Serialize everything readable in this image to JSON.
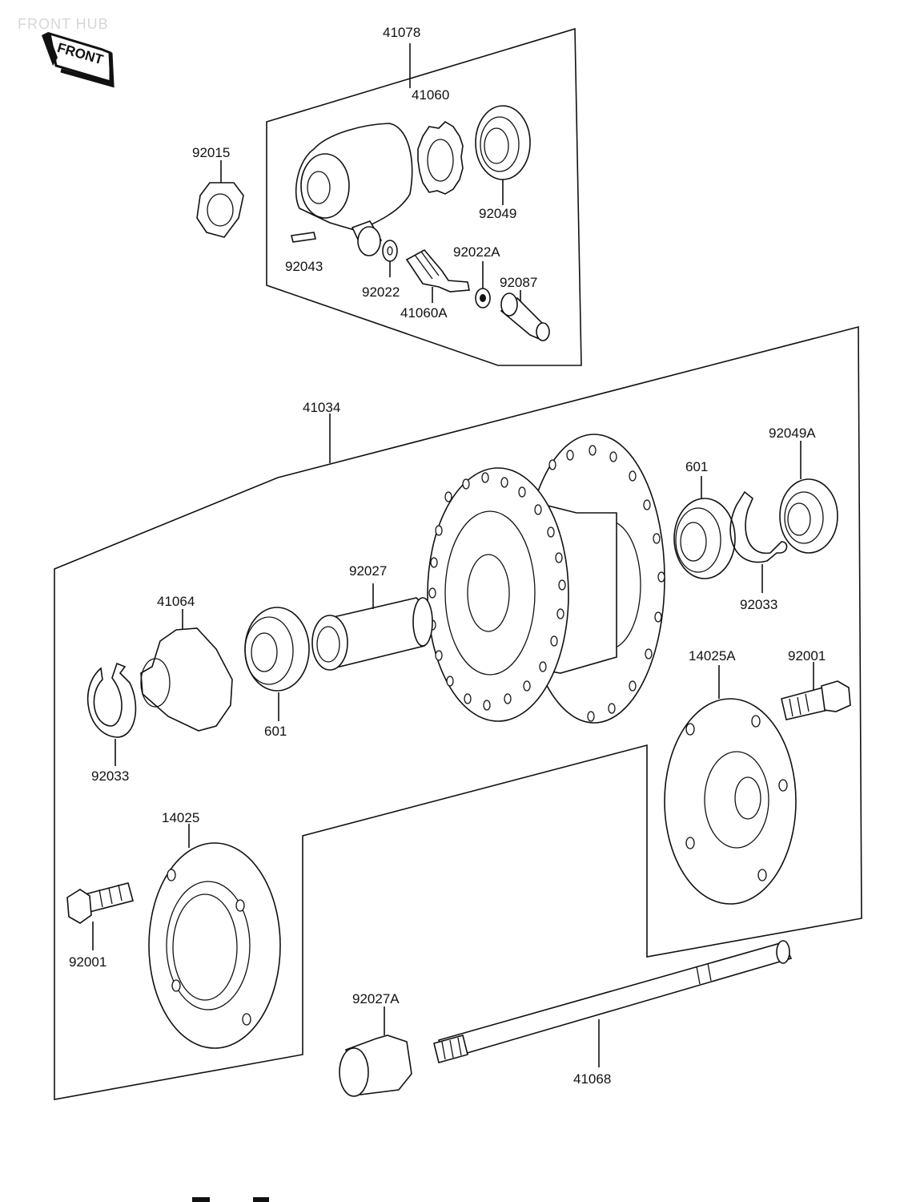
{
  "watermark": "FRONT HUB",
  "badge": "FRONT",
  "groups": {
    "upper": "41078",
    "lower": "41034"
  },
  "labels": {
    "p41060": "41060",
    "p92015": "92015",
    "p92049": "92049",
    "p92043": "92043",
    "p92022A": "92022A",
    "p92022": "92022",
    "p92087": "92087",
    "p41060A": "41060A",
    "p92049A": "92049A",
    "p601_top": "601",
    "p92027": "92027",
    "p41064": "41064",
    "p92033_right": "92033",
    "p14025A": "14025A",
    "p92001_right": "92001",
    "p601_left": "601",
    "p92033_left": "92033",
    "p14025": "14025",
    "p92001_left": "92001",
    "p92027A": "92027A",
    "p41068": "41068"
  }
}
